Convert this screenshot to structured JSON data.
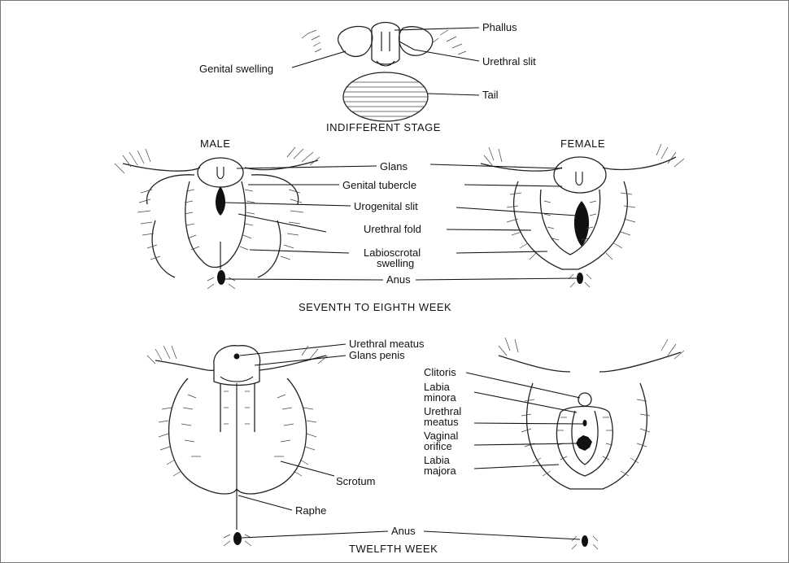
{
  "sections": {
    "indifferent": {
      "title": "INDIFFERENT STAGE",
      "labels": {
        "phallus": "Phallus",
        "genital_swelling": "Genital swelling",
        "urethral_slit": "Urethral slit",
        "tail": "Tail"
      }
    },
    "seventh_eighth": {
      "title": "SEVENTH TO EIGHTH WEEK",
      "male_heading": "MALE",
      "female_heading": "FEMALE",
      "labels": {
        "glans": "Glans",
        "genital_tubercle": "Genital tubercle",
        "urogenital_slit": "Urogenital slit",
        "urethral_fold": "Urethral fold",
        "labioscrotal_line1": "Labioscrotal",
        "labioscrotal_line2": "swelling",
        "anus": "Anus"
      }
    },
    "twelfth": {
      "title": "TWELFTH WEEK",
      "labels": {
        "urethral_meatus": "Urethral meatus",
        "glans_penis": "Glans penis",
        "scrotum": "Scrotum",
        "raphe": "Raphe",
        "anus": "Anus",
        "clitoris": "Clitoris",
        "labia_minora_line1": "Labia",
        "labia_minora_line2": "minora",
        "urethral_meatus_f_line1": "Urethral",
        "urethral_meatus_f_line2": "meatus",
        "vaginal_orifice_line1": "Vaginal",
        "vaginal_orifice_line2": "orifice",
        "labia_majora_line1": "Labia",
        "labia_majora_line2": "majora"
      }
    }
  }
}
